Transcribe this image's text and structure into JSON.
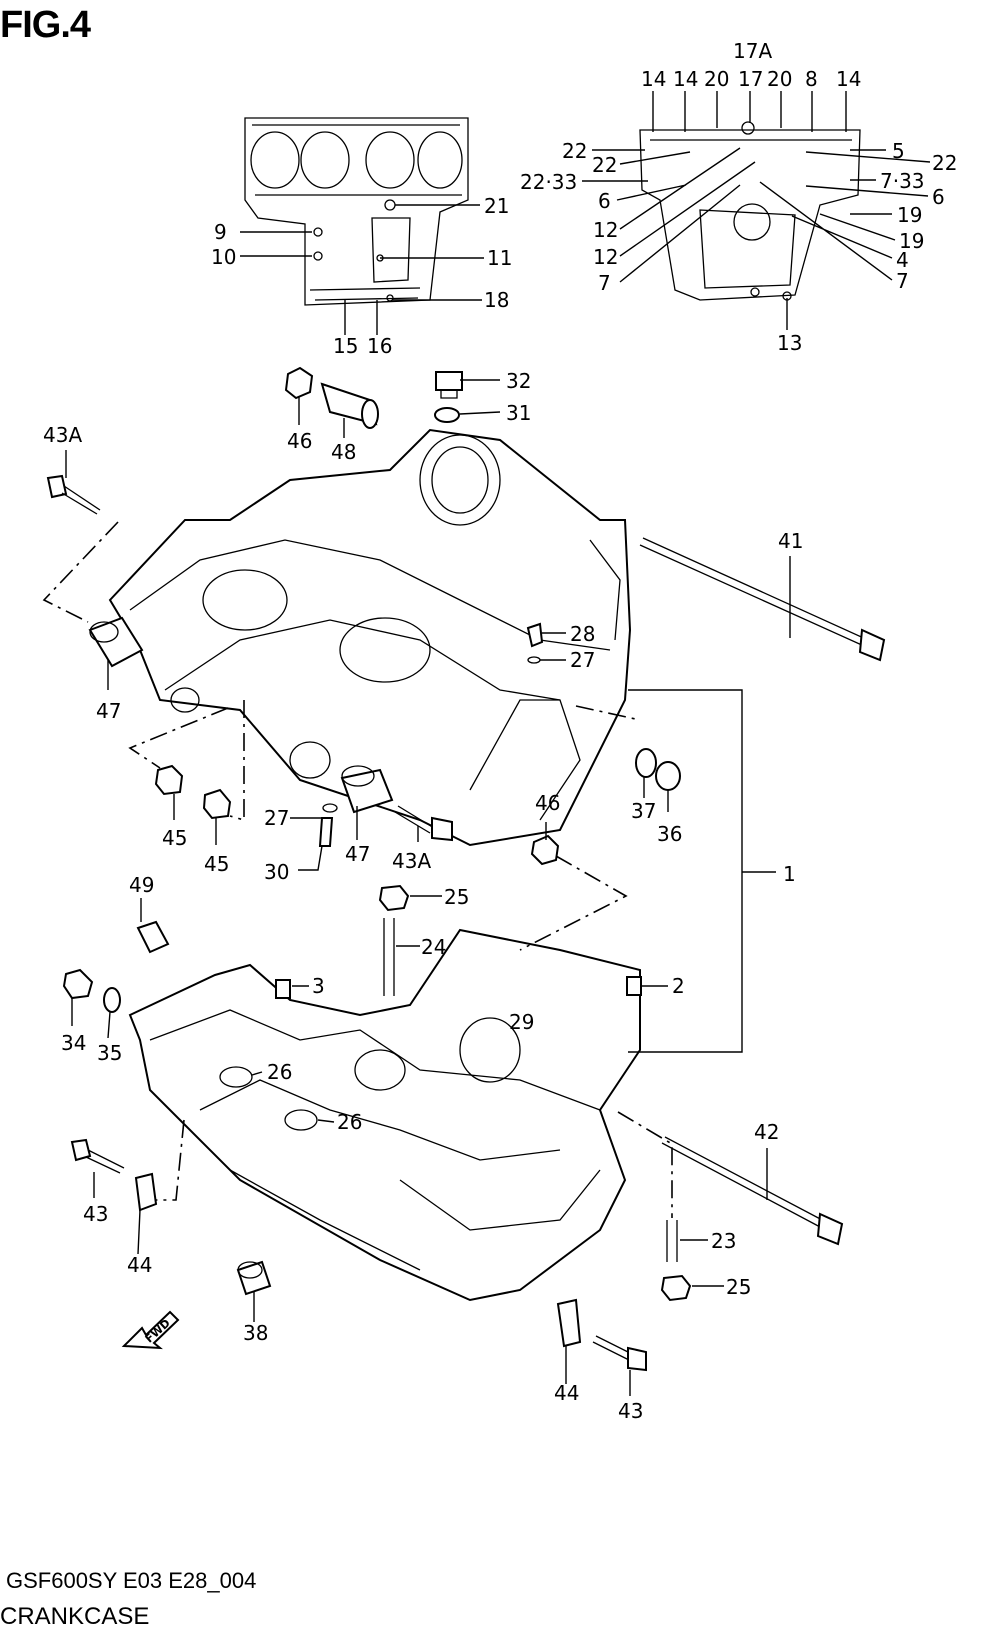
{
  "figure": {
    "title": "FIG.4",
    "model_code": "GSF600SY E03 E28_004",
    "group_name": "CRANKCASE",
    "fwd_label": "FWD"
  },
  "callouts": {
    "c17A": "17A",
    "c14a": "14",
    "c14b": "14",
    "c20a": "20",
    "c17": "17",
    "c20b": "20",
    "c8": "8",
    "c14c": "14",
    "c22a": "22",
    "c22b": "22",
    "c22_33": "22·33",
    "c6a": "6",
    "c12a": "12",
    "c12b": "12",
    "c7a": "7",
    "c5": "5",
    "c22c": "22",
    "c7_33": "7·33",
    "c6b": "6",
    "c19a": "19",
    "c19b": "19",
    "c4": "4",
    "c7b": "7",
    "c13": "13",
    "c9": "9",
    "c10": "10",
    "c21": "21",
    "c11": "11",
    "c18": "18",
    "c15": "15",
    "c16": "16",
    "c32": "32",
    "c31": "31",
    "c46a": "46",
    "c48": "48",
    "c43Aa": "43A",
    "c41": "41",
    "c28": "28",
    "c27a": "27",
    "c47a": "47",
    "c45a": "45",
    "c45b": "45",
    "c27b": "27",
    "c30": "30",
    "c47b": "47",
    "c43Ab": "43A",
    "c46b": "46",
    "c37": "37",
    "c36": "36",
    "c1": "1",
    "c49": "49",
    "c25a": "25",
    "c24": "24",
    "c3": "3",
    "c2": "2",
    "c34": "34",
    "c35": "35",
    "c29": "29",
    "c26a": "26",
    "c26b": "26",
    "c42": "42",
    "c43a": "43",
    "c44a": "44",
    "c23": "23",
    "c25b": "25",
    "c38": "38",
    "c44b": "44",
    "c43b": "43"
  }
}
